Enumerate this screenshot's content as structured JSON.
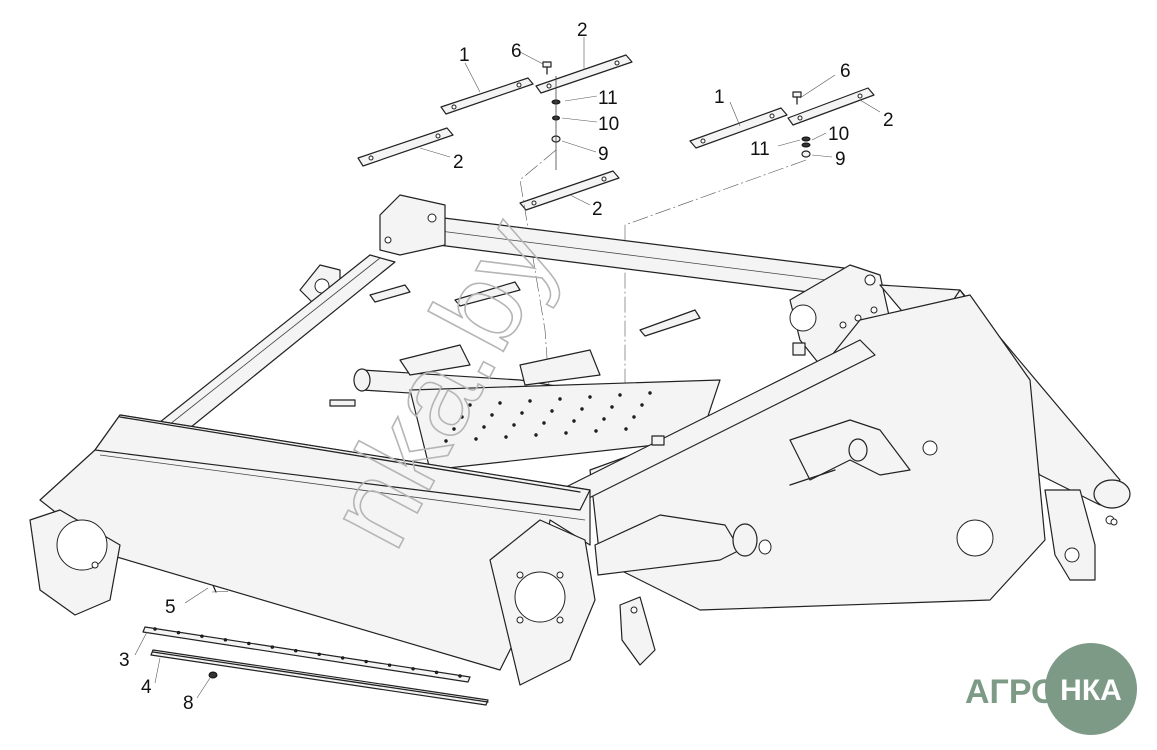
{
  "diagram": {
    "callouts": [
      {
        "id": "c1a",
        "label": "1"
      },
      {
        "id": "c6a",
        "label": "6"
      },
      {
        "id": "c2a",
        "label": "2"
      },
      {
        "id": "c11a",
        "label": "11"
      },
      {
        "id": "c10a",
        "label": "10"
      },
      {
        "id": "c9a",
        "label": "9"
      },
      {
        "id": "c2b",
        "label": "2"
      },
      {
        "id": "c2c",
        "label": "2"
      },
      {
        "id": "c1b",
        "label": "1"
      },
      {
        "id": "c6b",
        "label": "6"
      },
      {
        "id": "c2d",
        "label": "2"
      },
      {
        "id": "c10b",
        "label": "10"
      },
      {
        "id": "c11b",
        "label": "11"
      },
      {
        "id": "c9b",
        "label": "9"
      },
      {
        "id": "c5",
        "label": "5"
      },
      {
        "id": "c3",
        "label": "3"
      },
      {
        "id": "c4",
        "label": "4"
      },
      {
        "id": "c8",
        "label": "8"
      }
    ]
  },
  "watermark": {
    "text": "nka.by"
  },
  "logo": {
    "left_text": "АГРО",
    "inner_text": "НКА",
    "color": "#7c9a86"
  }
}
